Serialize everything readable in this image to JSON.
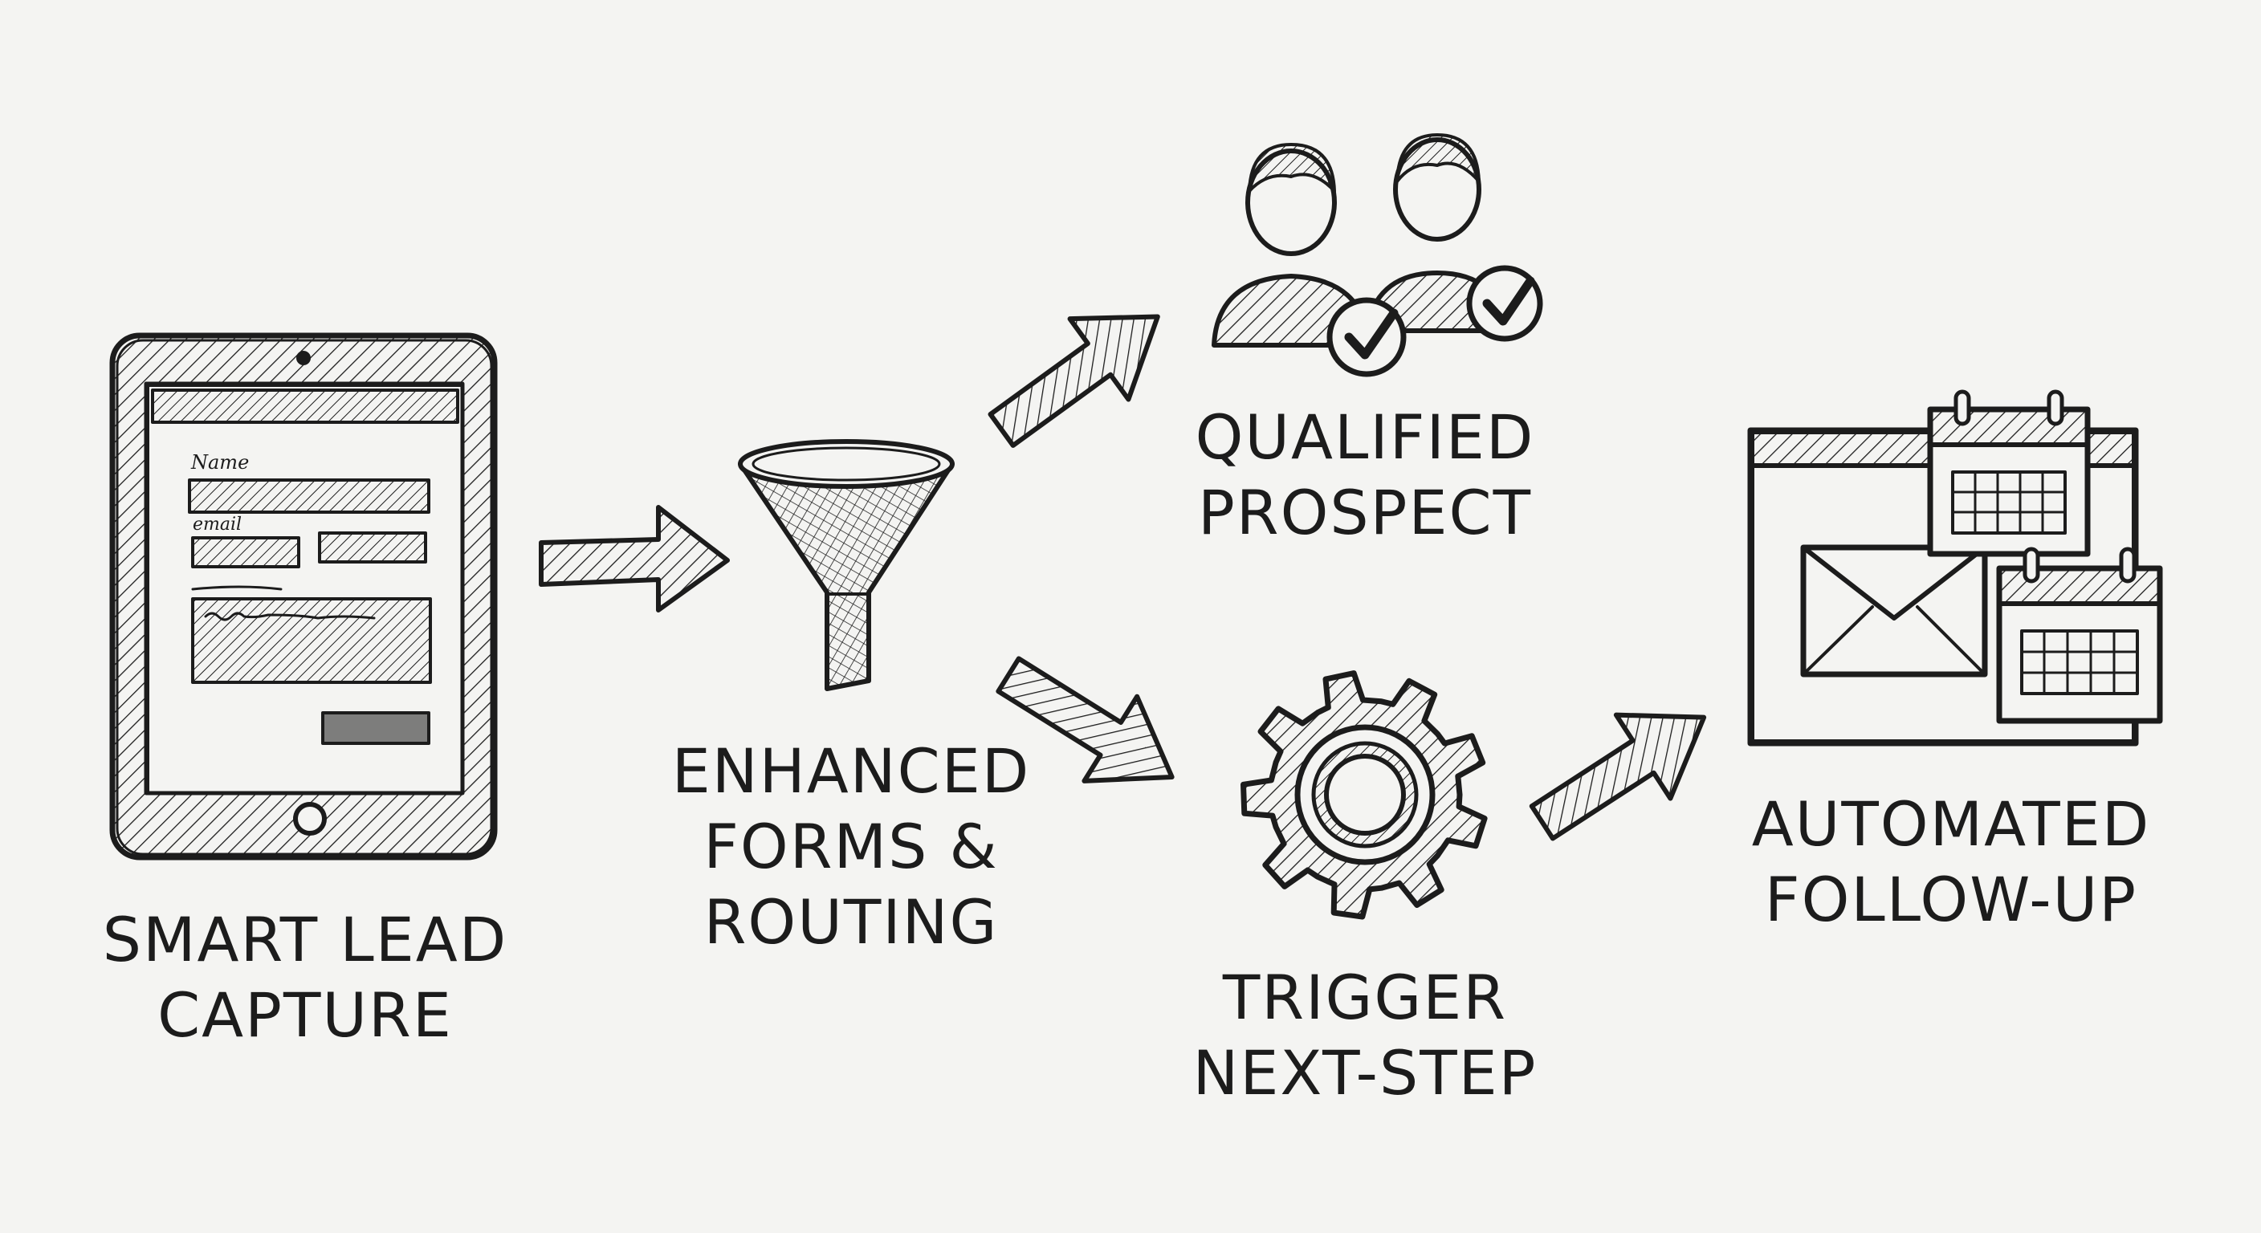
{
  "nodes": {
    "capture": {
      "line1": "SMART LEAD",
      "line2": "CAPTURE",
      "form": {
        "name_label": "Name",
        "email_label": "email"
      }
    },
    "forms": {
      "line1": "ENHANCED",
      "line2": "FORMS &",
      "line3": "ROUTING"
    },
    "prospect": {
      "line1": "QUALIFIED",
      "line2": "PROSPECT"
    },
    "trigger": {
      "line1": "TRIGGER",
      "line2": "NEXT-STEP"
    },
    "followup": {
      "line1": "AUTOMATED",
      "line2": "FOLLOW-UP"
    }
  },
  "icons": [
    "tablet-form-icon",
    "funnel-icon",
    "people-check-icon",
    "gear-icon",
    "email-calendar-icon"
  ],
  "colors": {
    "ink": "#1c1c1c",
    "paper": "#f4f4f2"
  }
}
